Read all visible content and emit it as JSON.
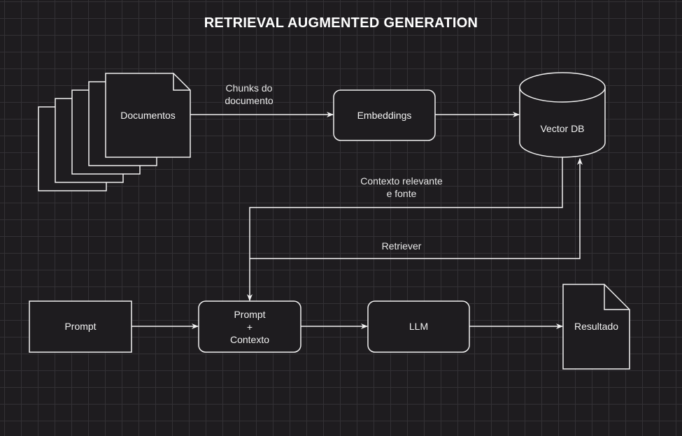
{
  "title": "RETRIEVAL AUGMENTED GENERATION",
  "nodes": {
    "documentos": "Documentos",
    "embeddings": "Embeddings",
    "vector_db": "Vector DB",
    "prompt": "Prompt",
    "prompt_contexto": [
      "Prompt",
      "+",
      "Contexto"
    ],
    "llm": "LLM",
    "resultado": "Resultado"
  },
  "edges": {
    "chunks": [
      "Chunks do",
      "documento"
    ],
    "contexto": [
      "Contexto relevante",
      "e fonte"
    ],
    "retriever": "Retriever"
  },
  "colors": {
    "background": "#1e1c1f",
    "grid": "#333135",
    "stroke": "#f2f2f2"
  }
}
